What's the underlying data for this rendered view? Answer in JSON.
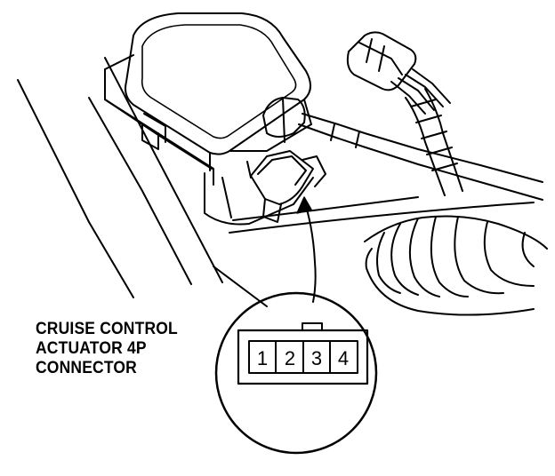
{
  "callout": {
    "line1": "CRUISE CONTROL",
    "line2": "ACTUATOR 4P",
    "line3": "CONNECTOR"
  },
  "connector": {
    "pins": [
      "1",
      "2",
      "3",
      "4"
    ]
  }
}
